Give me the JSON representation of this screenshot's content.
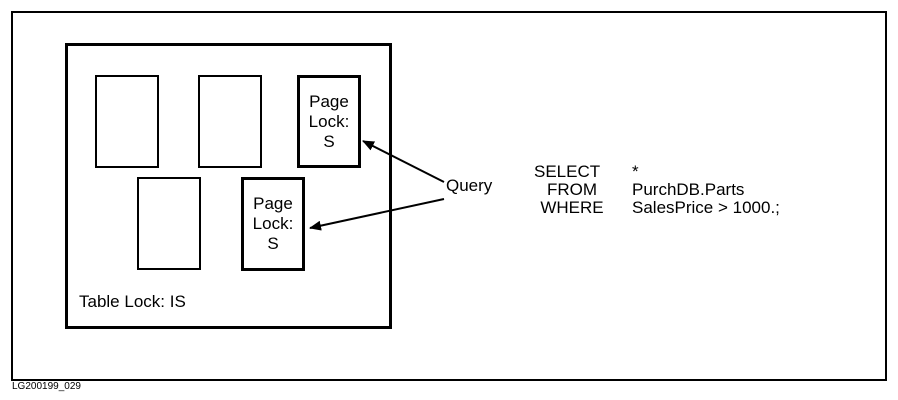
{
  "diagram": {
    "pages": [
      {
        "label_lines": []
      },
      {
        "label_lines": []
      },
      {
        "label_lines": [
          "Page",
          "Lock:",
          "S"
        ]
      },
      {
        "label_lines": []
      },
      {
        "label_lines": [
          "Page",
          "Lock:",
          "S"
        ]
      }
    ],
    "table_lock_label": "Table Lock: IS",
    "query_label": "Query",
    "sql": {
      "keywords": [
        "SELECT",
        "FROM",
        "WHERE"
      ],
      "arguments": [
        "*",
        "PurchDB.Parts",
        "SalesPrice > 1000.;"
      ]
    },
    "figure_id": "LG200199_029"
  }
}
